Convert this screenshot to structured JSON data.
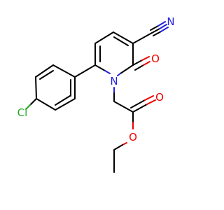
{
  "molecule": {
    "atoms": {
      "cl": "Cl",
      "n_ring": "N",
      "n_nitrile": "N",
      "o_carbonyl_ring": "O",
      "o_ester_carbonyl": "O",
      "o_ester_ether": "O"
    },
    "colors": {
      "bond": "#000000",
      "nitrogen": "#2222dd",
      "oxygen": "#ee0000",
      "chlorine": "#22aa22",
      "background": "#ffffff"
    }
  }
}
